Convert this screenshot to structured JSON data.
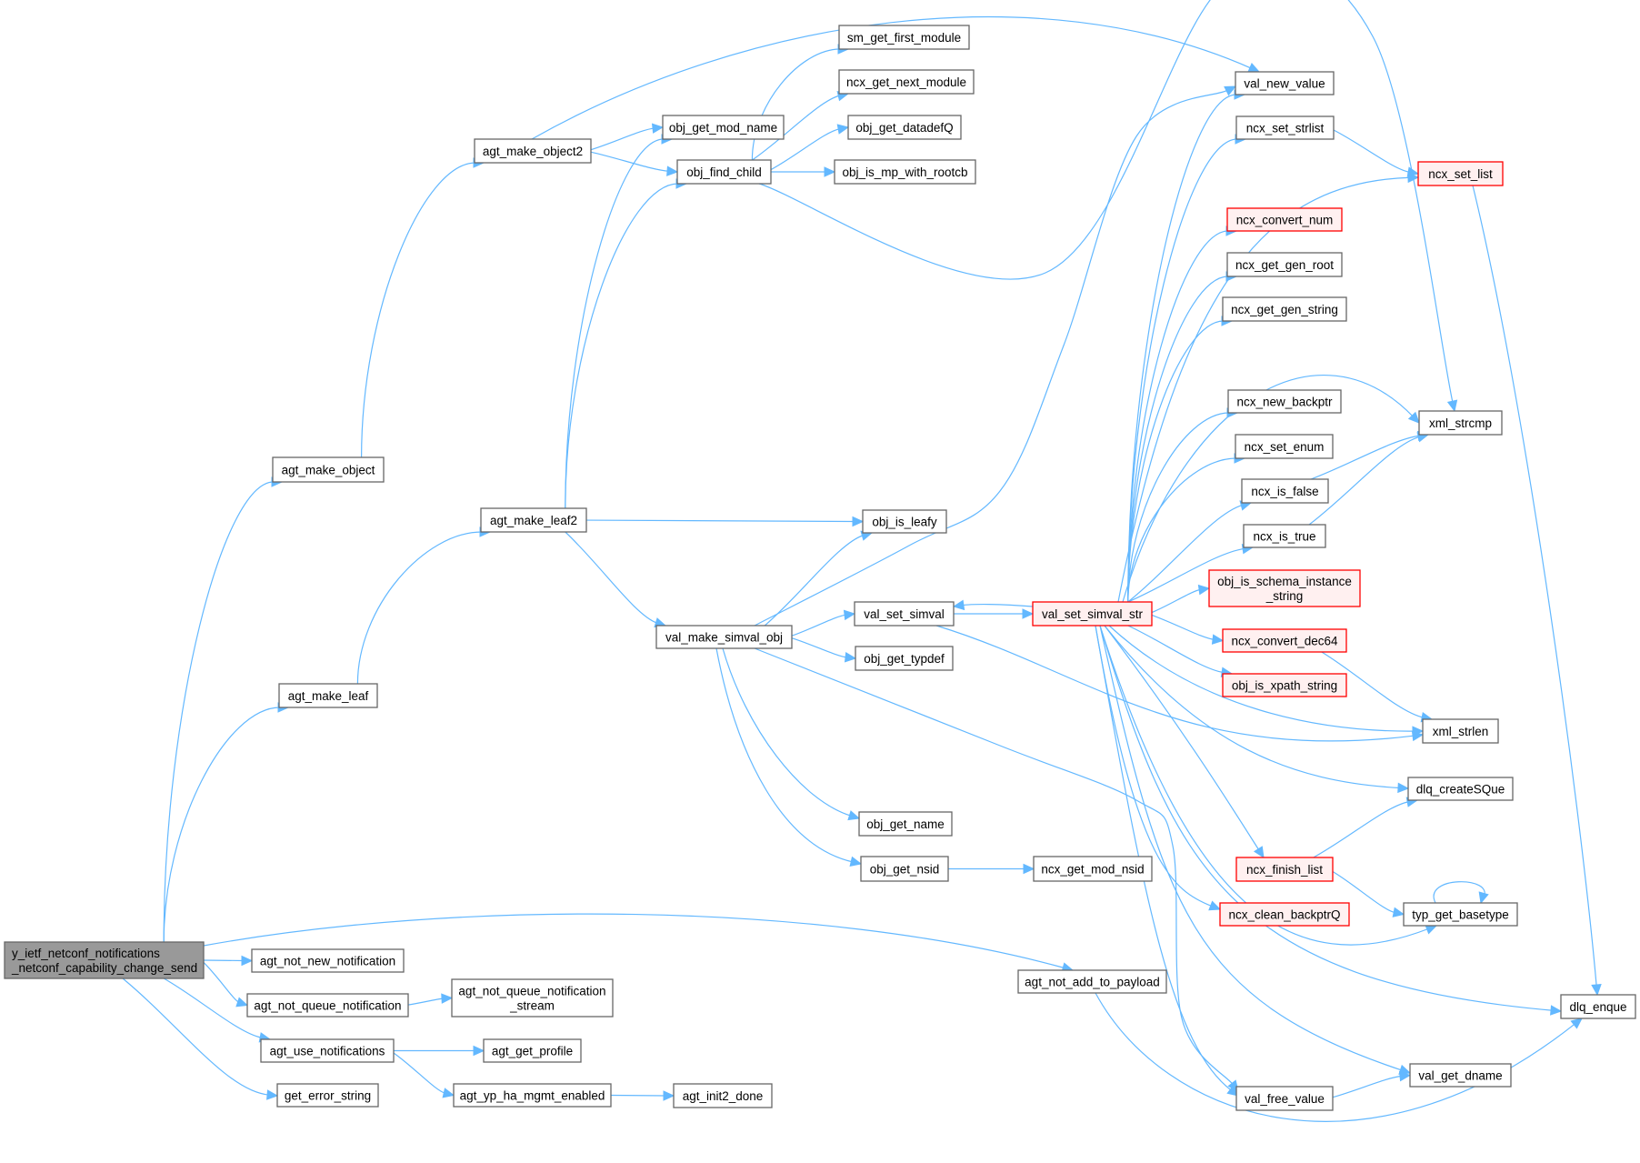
{
  "diagram": {
    "type": "call-graph",
    "colors": {
      "edge": "#63B8FF",
      "node_border": "#666666",
      "node_fill": "#FFFFFF",
      "root_fill": "#999999",
      "truncated_border": "#FF0000",
      "truncated_fill": "#FFF0F0"
    },
    "nodes": [
      {
        "id": "root",
        "lines": [
          "y_ietf_netconf_notifications",
          "_netconf_capability_change_send"
        ],
        "style": "root"
      },
      {
        "id": "agt_make_object",
        "lines": [
          "agt_make_object"
        ],
        "style": "normal"
      },
      {
        "id": "agt_make_leaf",
        "lines": [
          "agt_make_leaf"
        ],
        "style": "normal"
      },
      {
        "id": "agt_make_object2",
        "lines": [
          "agt_make_object2"
        ],
        "style": "normal"
      },
      {
        "id": "agt_make_leaf2",
        "lines": [
          "agt_make_leaf2"
        ],
        "style": "normal"
      },
      {
        "id": "obj_get_mod_name",
        "lines": [
          "obj_get_mod_name"
        ],
        "style": "normal"
      },
      {
        "id": "obj_find_child",
        "lines": [
          "obj_find_child"
        ],
        "style": "normal"
      },
      {
        "id": "sm_get_first_module",
        "lines": [
          "sm_get_first_module"
        ],
        "style": "normal"
      },
      {
        "id": "ncx_get_next_module",
        "lines": [
          "ncx_get_next_module"
        ],
        "style": "normal"
      },
      {
        "id": "obj_get_datadefQ",
        "lines": [
          "obj_get_datadefQ"
        ],
        "style": "normal"
      },
      {
        "id": "obj_is_mp_with_rootcb",
        "lines": [
          "obj_is_mp_with_rootcb"
        ],
        "style": "normal"
      },
      {
        "id": "val_new_value",
        "lines": [
          "val_new_value"
        ],
        "style": "normal"
      },
      {
        "id": "ncx_set_strlist",
        "lines": [
          "ncx_set_strlist"
        ],
        "style": "normal"
      },
      {
        "id": "ncx_set_list",
        "lines": [
          "ncx_set_list"
        ],
        "style": "red"
      },
      {
        "id": "ncx_convert_num",
        "lines": [
          "ncx_convert_num"
        ],
        "style": "red"
      },
      {
        "id": "ncx_get_gen_root",
        "lines": [
          "ncx_get_gen_root"
        ],
        "style": "normal"
      },
      {
        "id": "ncx_get_gen_string",
        "lines": [
          "ncx_get_gen_string"
        ],
        "style": "normal"
      },
      {
        "id": "ncx_new_backptr",
        "lines": [
          "ncx_new_backptr"
        ],
        "style": "normal"
      },
      {
        "id": "ncx_set_enum",
        "lines": [
          "ncx_set_enum"
        ],
        "style": "normal"
      },
      {
        "id": "ncx_is_false",
        "lines": [
          "ncx_is_false"
        ],
        "style": "normal"
      },
      {
        "id": "ncx_is_true",
        "lines": [
          "ncx_is_true"
        ],
        "style": "normal"
      },
      {
        "id": "obj_is_schema_instance_string",
        "lines": [
          "obj_is_schema_instance",
          "_string"
        ],
        "style": "red"
      },
      {
        "id": "ncx_convert_dec64",
        "lines": [
          "ncx_convert_dec64"
        ],
        "style": "red"
      },
      {
        "id": "obj_is_xpath_string",
        "lines": [
          "obj_is_xpath_string"
        ],
        "style": "red"
      },
      {
        "id": "xml_strcmp",
        "lines": [
          "xml_strcmp"
        ],
        "style": "normal"
      },
      {
        "id": "xml_strlen",
        "lines": [
          "xml_strlen"
        ],
        "style": "normal"
      },
      {
        "id": "dlq_createSQue",
        "lines": [
          "dlq_createSQue"
        ],
        "style": "normal"
      },
      {
        "id": "ncx_finish_list",
        "lines": [
          "ncx_finish_list"
        ],
        "style": "red"
      },
      {
        "id": "ncx_clean_backptrQ",
        "lines": [
          "ncx_clean_backptrQ"
        ],
        "style": "red"
      },
      {
        "id": "typ_get_basetype",
        "lines": [
          "typ_get_basetype"
        ],
        "style": "normal"
      },
      {
        "id": "dlq_enque",
        "lines": [
          "dlq_enque"
        ],
        "style": "normal"
      },
      {
        "id": "val_get_dname",
        "lines": [
          "val_get_dname"
        ],
        "style": "normal"
      },
      {
        "id": "val_free_value",
        "lines": [
          "val_free_value"
        ],
        "style": "normal"
      },
      {
        "id": "obj_is_leafy",
        "lines": [
          "obj_is_leafy"
        ],
        "style": "normal"
      },
      {
        "id": "val_make_simval_obj",
        "lines": [
          "val_make_simval_obj"
        ],
        "style": "normal"
      },
      {
        "id": "val_set_simval",
        "lines": [
          "val_set_simval"
        ],
        "style": "normal"
      },
      {
        "id": "val_set_simval_str",
        "lines": [
          "val_set_simval_str"
        ],
        "style": "red"
      },
      {
        "id": "obj_get_typdef",
        "lines": [
          "obj_get_typdef"
        ],
        "style": "normal"
      },
      {
        "id": "obj_get_name",
        "lines": [
          "obj_get_name"
        ],
        "style": "normal"
      },
      {
        "id": "obj_get_nsid",
        "lines": [
          "obj_get_nsid"
        ],
        "style": "normal"
      },
      {
        "id": "ncx_get_mod_nsid",
        "lines": [
          "ncx_get_mod_nsid"
        ],
        "style": "normal"
      },
      {
        "id": "agt_not_add_to_payload",
        "lines": [
          "agt_not_add_to_payload"
        ],
        "style": "normal"
      },
      {
        "id": "agt_not_new_notification",
        "lines": [
          "agt_not_new_notification"
        ],
        "style": "normal"
      },
      {
        "id": "agt_not_queue_notification",
        "lines": [
          "agt_not_queue_notification"
        ],
        "style": "normal"
      },
      {
        "id": "agt_not_queue_notification_stream",
        "lines": [
          "agt_not_queue_notification",
          "_stream"
        ],
        "style": "normal"
      },
      {
        "id": "agt_use_notifications",
        "lines": [
          "agt_use_notifications"
        ],
        "style": "normal"
      },
      {
        "id": "agt_get_profile",
        "lines": [
          "agt_get_profile"
        ],
        "style": "normal"
      },
      {
        "id": "get_error_string",
        "lines": [
          "get_error_string"
        ],
        "style": "normal"
      },
      {
        "id": "agt_yp_ha_mgmt_enabled",
        "lines": [
          "agt_yp_ha_mgmt_enabled"
        ],
        "style": "normal"
      },
      {
        "id": "agt_init2_done",
        "lines": [
          "agt_init2_done"
        ],
        "style": "normal"
      }
    ],
    "edges": [
      [
        "root",
        "agt_make_object"
      ],
      [
        "root",
        "agt_make_leaf"
      ],
      [
        "root",
        "agt_not_add_to_payload"
      ],
      [
        "root",
        "agt_not_new_notification"
      ],
      [
        "root",
        "agt_not_queue_notification"
      ],
      [
        "root",
        "agt_use_notifications"
      ],
      [
        "root",
        "get_error_string"
      ],
      [
        "agt_make_object",
        "agt_make_object2"
      ],
      [
        "agt_make_object2",
        "obj_get_mod_name"
      ],
      [
        "agt_make_object2",
        "obj_find_child"
      ],
      [
        "agt_make_object2",
        "val_new_value"
      ],
      [
        "obj_find_child",
        "sm_get_first_module"
      ],
      [
        "obj_find_child",
        "ncx_get_next_module"
      ],
      [
        "obj_find_child",
        "obj_get_datadefQ"
      ],
      [
        "obj_find_child",
        "obj_is_mp_with_rootcb"
      ],
      [
        "obj_find_child",
        "xml_strcmp"
      ],
      [
        "agt_make_leaf",
        "agt_make_leaf2"
      ],
      [
        "agt_make_leaf2",
        "obj_get_mod_name"
      ],
      [
        "agt_make_leaf2",
        "obj_find_child"
      ],
      [
        "agt_make_leaf2",
        "obj_is_leafy"
      ],
      [
        "agt_make_leaf2",
        "val_make_simval_obj"
      ],
      [
        "val_make_simval_obj",
        "obj_is_leafy"
      ],
      [
        "val_make_simval_obj",
        "val_new_value"
      ],
      [
        "val_make_simval_obj",
        "val_set_simval"
      ],
      [
        "val_make_simval_obj",
        "obj_get_typdef"
      ],
      [
        "val_make_simval_obj",
        "obj_get_name"
      ],
      [
        "val_make_simval_obj",
        "obj_get_nsid"
      ],
      [
        "val_make_simval_obj",
        "val_free_value"
      ],
      [
        "val_set_simval",
        "val_set_simval_str"
      ],
      [
        "val_set_simval",
        "xml_strlen"
      ],
      [
        "val_set_simval_str",
        "val_set_simval"
      ],
      [
        "val_set_simval_str",
        "val_new_value"
      ],
      [
        "val_set_simval_str",
        "ncx_set_strlist"
      ],
      [
        "val_set_simval_str",
        "ncx_set_list"
      ],
      [
        "val_set_simval_str",
        "ncx_convert_num"
      ],
      [
        "val_set_simval_str",
        "ncx_get_gen_root"
      ],
      [
        "val_set_simval_str",
        "ncx_get_gen_string"
      ],
      [
        "val_set_simval_str",
        "xml_strcmp"
      ],
      [
        "val_set_simval_str",
        "ncx_new_backptr"
      ],
      [
        "val_set_simval_str",
        "ncx_set_enum"
      ],
      [
        "val_set_simval_str",
        "ncx_is_false"
      ],
      [
        "val_set_simval_str",
        "ncx_is_true"
      ],
      [
        "val_set_simval_str",
        "obj_is_schema_instance_string"
      ],
      [
        "val_set_simval_str",
        "ncx_convert_dec64"
      ],
      [
        "val_set_simval_str",
        "obj_is_xpath_string"
      ],
      [
        "val_set_simval_str",
        "xml_strlen"
      ],
      [
        "val_set_simval_str",
        "dlq_createSQue"
      ],
      [
        "val_set_simval_str",
        "ncx_finish_list"
      ],
      [
        "val_set_simval_str",
        "ncx_clean_backptrQ"
      ],
      [
        "val_set_simval_str",
        "typ_get_basetype"
      ],
      [
        "val_set_simval_str",
        "dlq_enque"
      ],
      [
        "val_set_simval_str",
        "val_get_dname"
      ],
      [
        "val_set_simval_str",
        "val_free_value"
      ],
      [
        "ncx_set_strlist",
        "ncx_set_list"
      ],
      [
        "ncx_set_list",
        "dlq_enque"
      ],
      [
        "ncx_is_false",
        "xml_strcmp"
      ],
      [
        "ncx_is_true",
        "xml_strcmp"
      ],
      [
        "ncx_convert_dec64",
        "xml_strlen"
      ],
      [
        "ncx_finish_list",
        "dlq_createSQue"
      ],
      [
        "ncx_finish_list",
        "typ_get_basetype"
      ],
      [
        "typ_get_basetype",
        "typ_get_basetype"
      ],
      [
        "val_free_value",
        "val_get_dname"
      ],
      [
        "obj_get_nsid",
        "ncx_get_mod_nsid"
      ],
      [
        "agt_not_add_to_payload",
        "dlq_enque"
      ],
      [
        "agt_not_queue_notification",
        "agt_not_queue_notification_stream"
      ],
      [
        "agt_use_notifications",
        "agt_get_profile"
      ],
      [
        "agt_use_notifications",
        "agt_yp_ha_mgmt_enabled"
      ],
      [
        "agt_yp_ha_mgmt_enabled",
        "agt_init2_done"
      ]
    ]
  }
}
